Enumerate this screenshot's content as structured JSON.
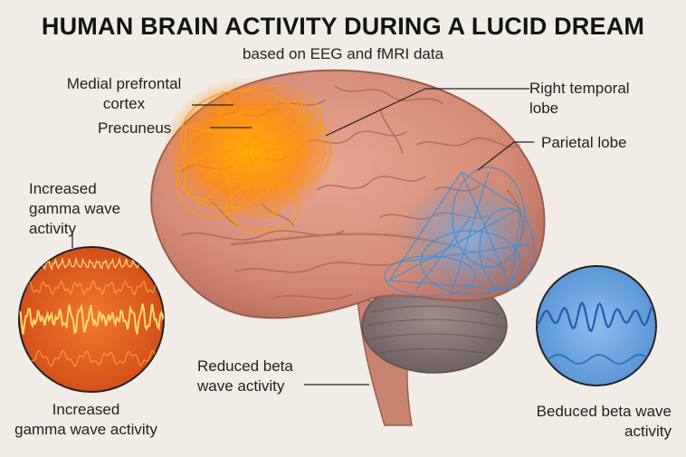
{
  "title": "HUMAN BRAIN ACTIVITY DURING A LUCID DREAM",
  "subtitle": "based on EEG and fMRI data",
  "labels": {
    "medial_prefrontal": "Medial prefrontal cortex",
    "medial_prefrontal_line1": "Medial prefrontal",
    "medial_prefrontal_line2": "cortex",
    "precuneus": "Precuneus",
    "right_temporal_line1": "Right temporal",
    "right_temporal_line2": "lobe",
    "parietal": "Parietal lobe",
    "gamma_top_line1": "Increased",
    "gamma_top_line2": "gamma wave",
    "gamma_top_line3": "activity",
    "gamma_bottom_line1": "Increased",
    "gamma_bottom_line2": "gamma wave activity",
    "reduced_beta_line1": "Reduced beta",
    "reduced_beta_line2": "wave activity",
    "beduced_beta_line1": "Beduced beta wave",
    "beduced_beta_line2": "activity"
  },
  "colors": {
    "background": "#f1ede6",
    "brain": "#d9937f",
    "cerebellum": "#8a7a7a",
    "orange_activity": "#ff8a00",
    "blue_activity": "#3b8fd8",
    "gamma_circle": "#e8631c",
    "beta_circle": "#6ea7df"
  }
}
